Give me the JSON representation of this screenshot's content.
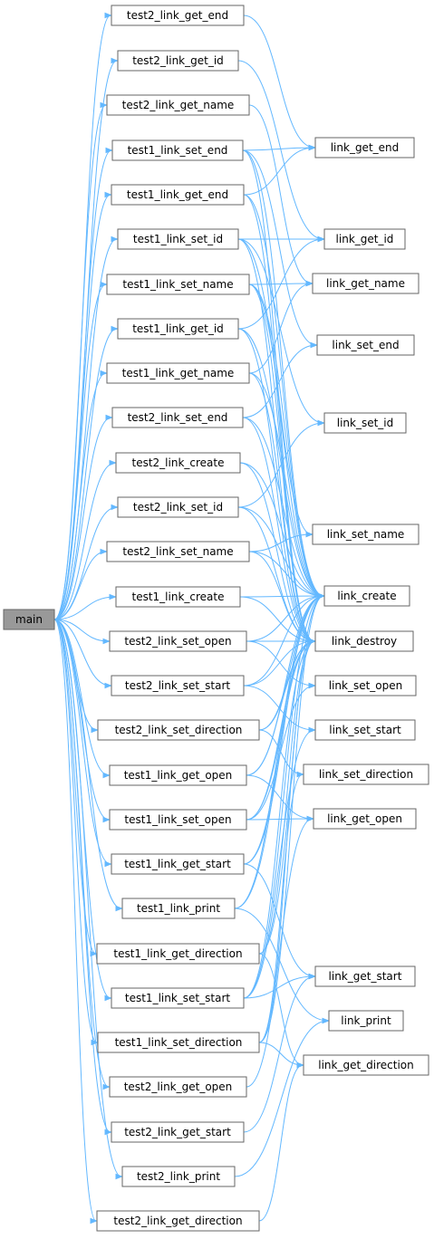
{
  "colors": {
    "edge": "#63b8ff",
    "node_border": "#666666",
    "root_fill": "#999999",
    "node_fill": "#ffffff"
  },
  "root": {
    "id": "main",
    "label": "main"
  },
  "tests": [
    {
      "id": "t2_get_end",
      "label": "test2_link_get_end"
    },
    {
      "id": "t2_get_id",
      "label": "test2_link_get_id"
    },
    {
      "id": "t2_get_name",
      "label": "test2_link_get_name"
    },
    {
      "id": "t1_set_end",
      "label": "test1_link_set_end"
    },
    {
      "id": "t1_get_end",
      "label": "test1_link_get_end"
    },
    {
      "id": "t1_set_id",
      "label": "test1_link_set_id"
    },
    {
      "id": "t1_set_name",
      "label": "test1_link_set_name"
    },
    {
      "id": "t1_get_id",
      "label": "test1_link_get_id"
    },
    {
      "id": "t1_get_name",
      "label": "test1_link_get_name"
    },
    {
      "id": "t2_set_end",
      "label": "test2_link_set_end"
    },
    {
      "id": "t2_create",
      "label": "test2_link_create"
    },
    {
      "id": "t2_set_id",
      "label": "test2_link_set_id"
    },
    {
      "id": "t2_set_name",
      "label": "test2_link_set_name"
    },
    {
      "id": "t1_create",
      "label": "test1_link_create"
    },
    {
      "id": "t2_set_open",
      "label": "test2_link_set_open"
    },
    {
      "id": "t2_set_start",
      "label": "test2_link_set_start"
    },
    {
      "id": "t2_set_direction",
      "label": "test2_link_set_direction"
    },
    {
      "id": "t1_get_open",
      "label": "test1_link_get_open"
    },
    {
      "id": "t1_set_open",
      "label": "test1_link_set_open"
    },
    {
      "id": "t1_get_start",
      "label": "test1_link_get_start"
    },
    {
      "id": "t1_print",
      "label": "test1_link_print"
    },
    {
      "id": "t1_get_direction",
      "label": "test1_link_get_direction"
    },
    {
      "id": "t1_set_start",
      "label": "test1_link_set_start"
    },
    {
      "id": "t1_set_direction",
      "label": "test1_link_set_direction"
    },
    {
      "id": "t2_get_open",
      "label": "test2_link_get_open"
    },
    {
      "id": "t2_get_start",
      "label": "test2_link_get_start"
    },
    {
      "id": "t2_print",
      "label": "test2_link_print"
    },
    {
      "id": "t2_get_direction",
      "label": "test2_link_get_direction"
    }
  ],
  "funcs": [
    {
      "id": "get_end",
      "label": "link_get_end"
    },
    {
      "id": "get_id",
      "label": "link_get_id"
    },
    {
      "id": "get_name",
      "label": "link_get_name"
    },
    {
      "id": "set_end",
      "label": "link_set_end"
    },
    {
      "id": "set_id",
      "label": "link_set_id"
    },
    {
      "id": "set_name",
      "label": "link_set_name"
    },
    {
      "id": "create",
      "label": "link_create"
    },
    {
      "id": "destroy",
      "label": "link_destroy"
    },
    {
      "id": "set_open",
      "label": "link_set_open"
    },
    {
      "id": "set_start",
      "label": "link_set_start"
    },
    {
      "id": "set_direction",
      "label": "link_set_direction"
    },
    {
      "id": "get_open",
      "label": "link_get_open"
    },
    {
      "id": "get_start",
      "label": "link_get_start"
    },
    {
      "id": "print",
      "label": "link_print"
    },
    {
      "id": "get_direction",
      "label": "link_get_direction"
    }
  ],
  "edges": [
    [
      "t2_get_end",
      "get_end"
    ],
    [
      "t2_get_id",
      "get_id"
    ],
    [
      "t2_get_name",
      "get_name"
    ],
    [
      "t1_set_end",
      "get_end"
    ],
    [
      "t1_set_end",
      "set_end"
    ],
    [
      "t1_set_end",
      "create"
    ],
    [
      "t1_set_end",
      "destroy"
    ],
    [
      "t1_get_end",
      "get_end"
    ],
    [
      "t1_get_end",
      "create"
    ],
    [
      "t1_get_end",
      "destroy"
    ],
    [
      "t1_set_id",
      "get_id"
    ],
    [
      "t1_set_id",
      "set_id"
    ],
    [
      "t1_set_id",
      "create"
    ],
    [
      "t1_set_id",
      "destroy"
    ],
    [
      "t1_set_name",
      "get_name"
    ],
    [
      "t1_set_name",
      "set_name"
    ],
    [
      "t1_set_name",
      "create"
    ],
    [
      "t1_set_name",
      "destroy"
    ],
    [
      "t1_get_id",
      "get_id"
    ],
    [
      "t1_get_id",
      "create"
    ],
    [
      "t1_get_id",
      "destroy"
    ],
    [
      "t1_get_name",
      "get_name"
    ],
    [
      "t1_get_name",
      "create"
    ],
    [
      "t1_get_name",
      "destroy"
    ],
    [
      "t2_set_end",
      "set_end"
    ],
    [
      "t2_set_end",
      "create"
    ],
    [
      "t2_set_end",
      "destroy"
    ],
    [
      "t2_create",
      "create"
    ],
    [
      "t2_create",
      "destroy"
    ],
    [
      "t2_set_id",
      "set_id"
    ],
    [
      "t2_set_id",
      "create"
    ],
    [
      "t2_set_id",
      "destroy"
    ],
    [
      "t2_set_name",
      "set_name"
    ],
    [
      "t2_set_name",
      "create"
    ],
    [
      "t2_set_name",
      "destroy"
    ],
    [
      "t1_create",
      "create"
    ],
    [
      "t1_create",
      "destroy"
    ],
    [
      "t2_set_open",
      "create"
    ],
    [
      "t2_set_open",
      "destroy"
    ],
    [
      "t2_set_open",
      "set_open"
    ],
    [
      "t2_set_start",
      "create"
    ],
    [
      "t2_set_start",
      "destroy"
    ],
    [
      "t2_set_start",
      "set_start"
    ],
    [
      "t2_set_direction",
      "create"
    ],
    [
      "t2_set_direction",
      "destroy"
    ],
    [
      "t2_set_direction",
      "set_direction"
    ],
    [
      "t1_get_open",
      "create"
    ],
    [
      "t1_get_open",
      "destroy"
    ],
    [
      "t1_get_open",
      "get_open"
    ],
    [
      "t1_set_open",
      "create"
    ],
    [
      "t1_set_open",
      "destroy"
    ],
    [
      "t1_set_open",
      "set_open"
    ],
    [
      "t1_set_open",
      "get_open"
    ],
    [
      "t1_get_start",
      "create"
    ],
    [
      "t1_get_start",
      "destroy"
    ],
    [
      "t1_get_start",
      "get_start"
    ],
    [
      "t1_print",
      "create"
    ],
    [
      "t1_print",
      "destroy"
    ],
    [
      "t1_print",
      "print"
    ],
    [
      "t1_get_direction",
      "create"
    ],
    [
      "t1_get_direction",
      "destroy"
    ],
    [
      "t1_get_direction",
      "get_direction"
    ],
    [
      "t1_set_start",
      "create"
    ],
    [
      "t1_set_start",
      "destroy"
    ],
    [
      "t1_set_start",
      "set_start"
    ],
    [
      "t1_set_start",
      "get_start"
    ],
    [
      "t1_set_direction",
      "create"
    ],
    [
      "t1_set_direction",
      "destroy"
    ],
    [
      "t1_set_direction",
      "set_direction"
    ],
    [
      "t1_set_direction",
      "get_direction"
    ],
    [
      "t2_get_open",
      "get_open"
    ],
    [
      "t2_get_start",
      "get_start"
    ],
    [
      "t2_print",
      "print"
    ],
    [
      "t2_get_direction",
      "get_direction"
    ]
  ]
}
